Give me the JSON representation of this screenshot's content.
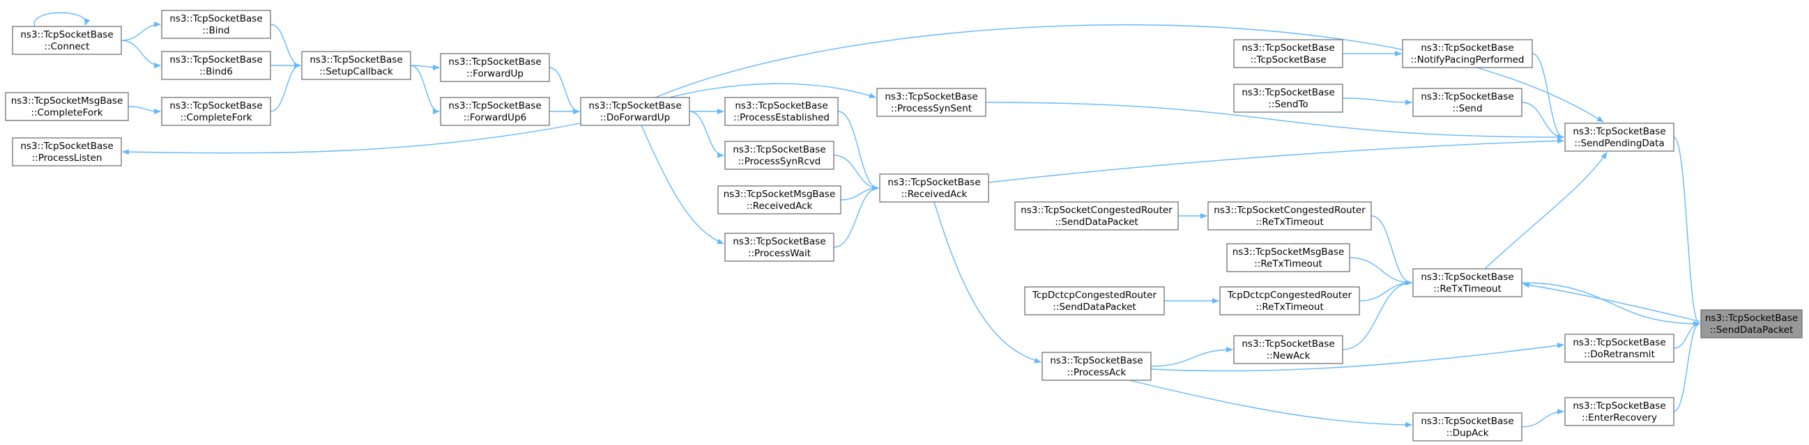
{
  "nodes": [
    {
      "id": "connect",
      "line1": "ns3::TcpSocketBase",
      "line2": "::Connect"
    },
    {
      "id": "bind",
      "line1": "ns3::TcpSocketBase",
      "line2": "::Bind"
    },
    {
      "id": "bind6",
      "line1": "ns3::TcpSocketBase",
      "line2": "::Bind6"
    },
    {
      "id": "msgCompleteFork",
      "line1": "ns3::TcpSocketMsgBase",
      "line2": "::CompleteFork"
    },
    {
      "id": "completeFork",
      "line1": "ns3::TcpSocketBase",
      "line2": "::CompleteFork"
    },
    {
      "id": "processListen",
      "line1": "ns3::TcpSocketBase",
      "line2": "::ProcessListen"
    },
    {
      "id": "setupCallback",
      "line1": "ns3::TcpSocketBase",
      "line2": "::SetupCallback"
    },
    {
      "id": "forwardUp",
      "line1": "ns3::TcpSocketBase",
      "line2": "::ForwardUp"
    },
    {
      "id": "forwardUp6",
      "line1": "ns3::TcpSocketBase",
      "line2": "::ForwardUp6"
    },
    {
      "id": "doForwardUp",
      "line1": "ns3::TcpSocketBase",
      "line2": "::DoForwardUp"
    },
    {
      "id": "processEstablished",
      "line1": "ns3::TcpSocketBase",
      "line2": "::ProcessEstablished"
    },
    {
      "id": "processSynRcvd",
      "line1": "ns3::TcpSocketBase",
      "line2": "::ProcessSynRcvd"
    },
    {
      "id": "msgReceivedAck",
      "line1": "ns3::TcpSocketMsgBase",
      "line2": "::ReceivedAck"
    },
    {
      "id": "processWait",
      "line1": "ns3::TcpSocketBase",
      "line2": "::ProcessWait"
    },
    {
      "id": "processSynSent",
      "line1": "ns3::TcpSocketBase",
      "line2": "::ProcessSynSent"
    },
    {
      "id": "receivedAck",
      "line1": "ns3::TcpSocketBase",
      "line2": "::ReceivedAck"
    },
    {
      "id": "processAck",
      "line1": "ns3::TcpSocketBase",
      "line2": "::ProcessAck"
    },
    {
      "id": "tcpSocketBaseCtor",
      "line1": "ns3::TcpSocketBase",
      "line2": "::TcpSocketBase"
    },
    {
      "id": "sendTo",
      "line1": "ns3::TcpSocketBase",
      "line2": "::SendTo"
    },
    {
      "id": "congRouterSendData",
      "line1": "ns3::TcpSocketCongestedRouter",
      "line2": "::SendDataPacket"
    },
    {
      "id": "dctcpRouterSendData",
      "line1": "TcpDctcpCongestedRouter",
      "line2": "::SendDataPacket"
    },
    {
      "id": "notifyPacing",
      "line1": "ns3::TcpSocketBase",
      "line2": "::NotifyPacingPerformed"
    },
    {
      "id": "send",
      "line1": "ns3::TcpSocketBase",
      "line2": "::Send"
    },
    {
      "id": "congRouterReTx",
      "line1": "ns3::TcpSocketCongestedRouter",
      "line2": "::ReTxTimeout"
    },
    {
      "id": "msgReTx",
      "line1": "ns3::TcpSocketMsgBase",
      "line2": "::ReTxTimeout"
    },
    {
      "id": "dctcpRouterReTx",
      "line1": "TcpDctcpCongestedRouter",
      "line2": "::ReTxTimeout"
    },
    {
      "id": "newAck",
      "line1": "ns3::TcpSocketBase",
      "line2": "::NewAck"
    },
    {
      "id": "dupAck",
      "line1": "ns3::TcpSocketBase",
      "line2": "::DupAck"
    },
    {
      "id": "sendPendingData",
      "line1": "ns3::TcpSocketBase",
      "line2": "::SendPendingData"
    },
    {
      "id": "reTxTimeout",
      "line1": "ns3::TcpSocketBase",
      "line2": "::ReTxTimeout"
    },
    {
      "id": "doRetransmit",
      "line1": "ns3::TcpSocketBase",
      "line2": "::DoRetransmit"
    },
    {
      "id": "enterRecovery",
      "line1": "ns3::TcpSocketBase",
      "line2": "::EnterRecovery"
    },
    {
      "id": "sendDataPacket",
      "line1": "ns3::TcpSocketBase",
      "line2": "::SendDataPacket",
      "current": true
    }
  ],
  "edges": [
    [
      "connect",
      "connect"
    ],
    [
      "connect",
      "bind"
    ],
    [
      "connect",
      "bind6"
    ],
    [
      "bind",
      "setupCallback"
    ],
    [
      "bind6",
      "setupCallback"
    ],
    [
      "msgCompleteFork",
      "completeFork"
    ],
    [
      "completeFork",
      "setupCallback"
    ],
    [
      "setupCallback",
      "forwardUp"
    ],
    [
      "setupCallback",
      "forwardUp6"
    ],
    [
      "forwardUp",
      "doForwardUp"
    ],
    [
      "forwardUp6",
      "doForwardUp"
    ],
    [
      "doForwardUp",
      "processListen"
    ],
    [
      "doForwardUp",
      "processEstablished"
    ],
    [
      "doForwardUp",
      "processSynRcvd"
    ],
    [
      "doForwardUp",
      "processWait"
    ],
    [
      "doForwardUp",
      "processSynSent"
    ],
    [
      "doForwardUp",
      "sendPendingData"
    ],
    [
      "processEstablished",
      "receivedAck"
    ],
    [
      "processSynRcvd",
      "receivedAck"
    ],
    [
      "msgReceivedAck",
      "receivedAck"
    ],
    [
      "processWait",
      "receivedAck"
    ],
    [
      "receivedAck",
      "processAck"
    ],
    [
      "receivedAck",
      "sendPendingData"
    ],
    [
      "processSynSent",
      "sendPendingData"
    ],
    [
      "tcpSocketBaseCtor",
      "notifyPacing"
    ],
    [
      "notifyPacing",
      "sendPendingData"
    ],
    [
      "sendTo",
      "send"
    ],
    [
      "send",
      "sendPendingData"
    ],
    [
      "congRouterSendData",
      "congRouterReTx"
    ],
    [
      "congRouterReTx",
      "reTxTimeout"
    ],
    [
      "msgReTx",
      "reTxTimeout"
    ],
    [
      "dctcpRouterSendData",
      "dctcpRouterReTx"
    ],
    [
      "dctcpRouterReTx",
      "reTxTimeout"
    ],
    [
      "processAck",
      "newAck"
    ],
    [
      "newAck",
      "reTxTimeout"
    ],
    [
      "processAck",
      "doRetransmit"
    ],
    [
      "processAck",
      "dupAck"
    ],
    [
      "dupAck",
      "enterRecovery"
    ],
    [
      "reTxTimeout",
      "sendPendingData"
    ],
    [
      "sendPendingData",
      "sendDataPacket"
    ],
    [
      "reTxTimeout",
      "sendDataPacket"
    ],
    [
      "sendDataPacket",
      "reTxTimeout"
    ],
    [
      "doRetransmit",
      "sendDataPacket"
    ],
    [
      "enterRecovery",
      "sendDataPacket"
    ]
  ]
}
